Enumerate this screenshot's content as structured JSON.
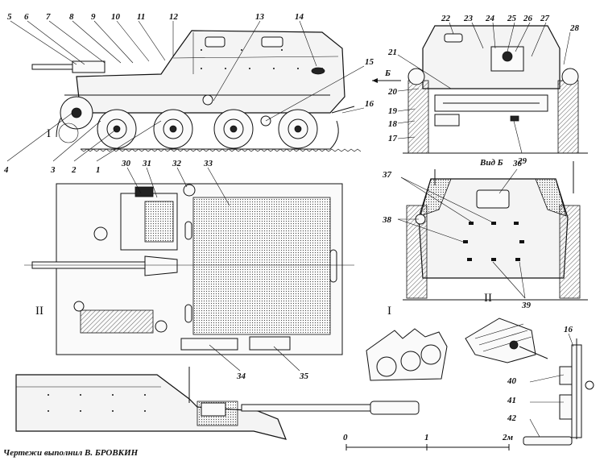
{
  "views": {
    "side": {
      "callouts": [
        "1",
        "2",
        "3",
        "4",
        "5",
        "6",
        "7",
        "8",
        "9",
        "10",
        "11",
        "12",
        "13",
        "14",
        "15",
        "16"
      ],
      "roman": "I",
      "arrow_label": "Б"
    },
    "front": {
      "callouts": [
        "17",
        "18",
        "19",
        "20",
        "21",
        "22",
        "23",
        "24",
        "25",
        "26",
        "27",
        "28",
        "29"
      ],
      "view_label": "Вид Б"
    },
    "plan": {
      "callouts": [
        "30",
        "31",
        "32",
        "33",
        "34",
        "35"
      ],
      "roman": "II"
    },
    "rear": {
      "callouts": [
        "36",
        "37",
        "38",
        "39"
      ],
      "roman_left": "I",
      "roman_right": "II"
    },
    "detail": {
      "callouts": [
        "16",
        "40",
        "41",
        "42"
      ]
    }
  },
  "scale_bar": {
    "ticks": [
      "0",
      "1",
      "2м"
    ]
  },
  "credit": "Чертежи выполнил В. БРОВКИН"
}
